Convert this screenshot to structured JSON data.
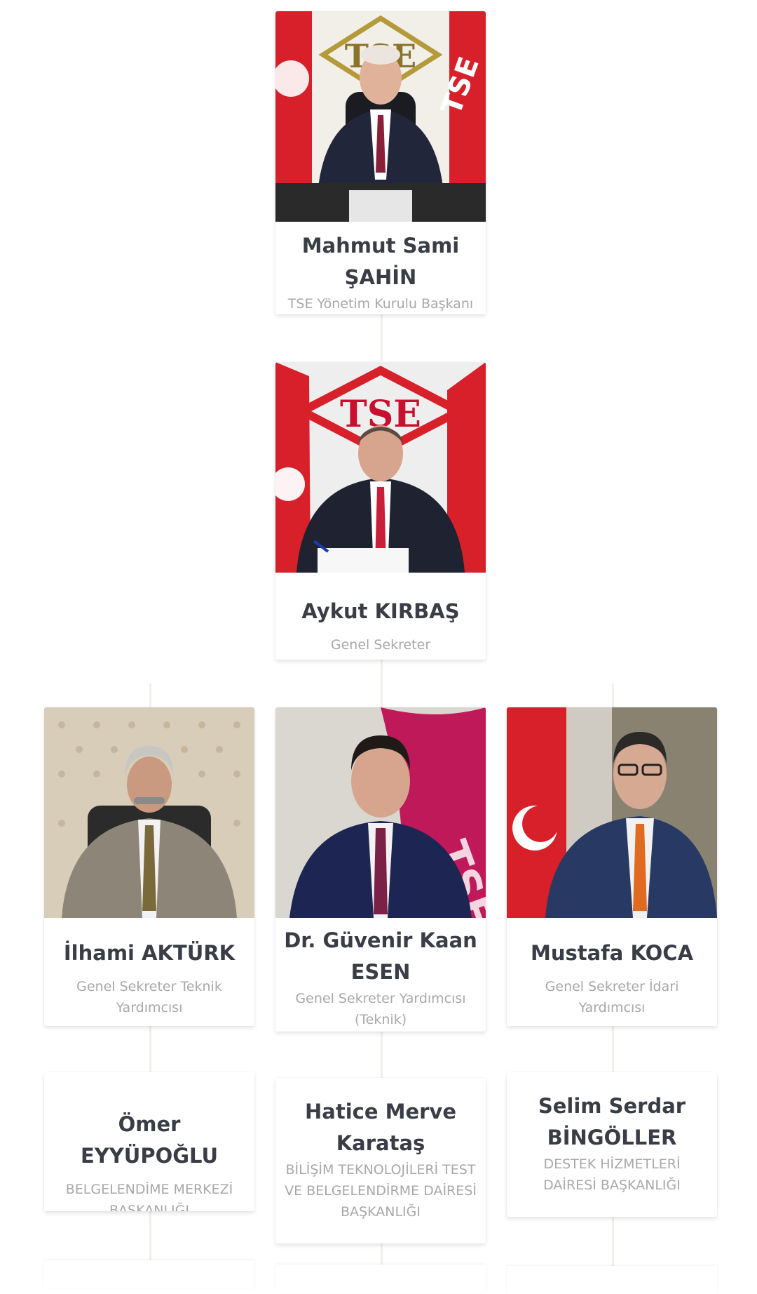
{
  "colors": {
    "name_text": "#3a3d46",
    "title_text": "#a8a8a8",
    "connector": "#f1eeec",
    "flag_red": "#d7202a",
    "tse_red": "#c8102e"
  },
  "org_chart": {
    "level1": {
      "name": "Mahmut Sami ŞAHİN",
      "title": "TSE Yönetim Kurulu Başkanı",
      "photo_icon": "person-photo"
    },
    "level2": {
      "name": "Aykut KIRBAŞ",
      "title": "Genel Sekreter",
      "photo_icon": "person-photo"
    },
    "level3": [
      {
        "name": "İlhami AKTÜRK",
        "title": "Genel Sekreter Teknik Yardımcısı",
        "photo_icon": "person-photo"
      },
      {
        "name": "Dr. Güvenir Kaan ESEN",
        "title": "Genel Sekreter Yardımcısı (Teknik)",
        "photo_icon": "person-photo"
      },
      {
        "name": "Mustafa KOCA",
        "title": "Genel Sekreter İdari Yardımcısı",
        "photo_icon": "person-photo"
      }
    ],
    "level4": [
      {
        "name": "Ömer EYYÜPOĞLU",
        "title": "BELGELENDİME MERKEZİ BAŞKANLIĞI"
      },
      {
        "name": "Hatice Merve Karataş",
        "title": "BİLİŞİM TEKNOLOJİLERİ TEST VE BELGELENDİRME DAİRESİ BAŞKANLIĞI"
      },
      {
        "name": "Selim Serdar BİNGÖLLER",
        "title": "DESTEK HİZMETLERİ DAİRESİ BAŞKANLIĞI"
      }
    ]
  }
}
